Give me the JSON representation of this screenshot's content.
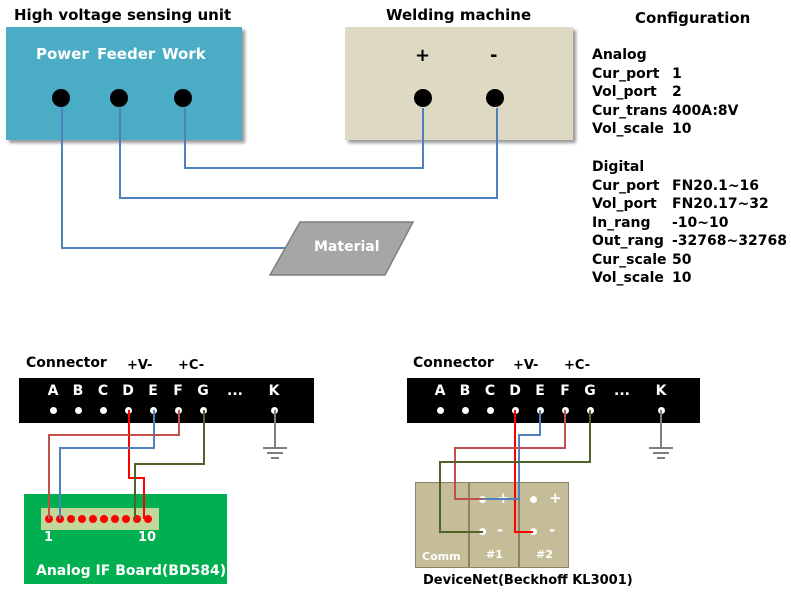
{
  "hv_unit": {
    "title": "High voltage sensing unit",
    "labels": [
      "Power",
      "Feeder",
      "Work"
    ]
  },
  "welding_machine": {
    "title": "Welding machine",
    "labels": [
      "+",
      "-"
    ]
  },
  "material": {
    "label": "Material"
  },
  "configuration": {
    "title": "Configuration",
    "analog": {
      "heading": "Analog",
      "rows": [
        {
          "key": "Cur_port",
          "value": "1"
        },
        {
          "key": "Vol_port",
          "value": "2"
        },
        {
          "key": "Cur_trans",
          "value": "400A:8V"
        },
        {
          "key": "Vol_scale",
          "value": "10"
        }
      ]
    },
    "digital": {
      "heading": "Digital",
      "rows": [
        {
          "key": "Cur_port",
          "value": "FN20.1~16"
        },
        {
          "key": "Vol_port",
          "value": "FN20.17~32"
        },
        {
          "key": "In_rang",
          "value": "-10~10"
        },
        {
          "key": "Out_rang",
          "value": "-32768~32768"
        },
        {
          "key": "Cur_scale",
          "value": "50"
        },
        {
          "key": "Vol_scale",
          "value": "10"
        }
      ]
    }
  },
  "connector_left": {
    "title": "Connector",
    "polarity_v": "+V-",
    "polarity_c": "+C-",
    "pins": [
      "A",
      "B",
      "C",
      "D",
      "E",
      "F",
      "G",
      "...",
      "K"
    ]
  },
  "connector_right": {
    "title": "Connector",
    "polarity_v": "+V-",
    "polarity_c": "+C-",
    "pins": [
      "A",
      "B",
      "C",
      "D",
      "E",
      "F",
      "G",
      "...",
      "K"
    ]
  },
  "analog_board": {
    "label": "Analog IF Board(BD584)",
    "start": "1",
    "end": "10"
  },
  "devicenet": {
    "label": "DeviceNet(Beckhoff KL3001)",
    "modules": [
      "Comm",
      "#1",
      "#2"
    ],
    "plus": "+",
    "minus": "-"
  },
  "colors": {
    "hv_box": "#4bacc6",
    "welding_box": "#ddd9c3",
    "wire_blue": "#4f81bd",
    "wire_red": "#ff0000",
    "wire_brown": "#c0504d",
    "wire_green": "#4f6228",
    "board_green": "#00b050"
  }
}
